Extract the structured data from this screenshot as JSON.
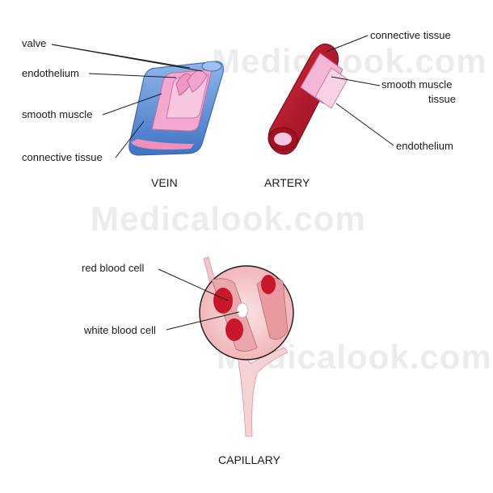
{
  "watermark": "Medicalook.com",
  "colors": {
    "vein_blue": "#5b8fd6",
    "vein_pink": "#f2a8cf",
    "artery_red": "#b3132a",
    "artery_pink": "#f4b6d6",
    "capillary_pink": "#f6c9cc",
    "red_cell": "#c8172b"
  },
  "vein": {
    "caption": "VEIN",
    "labels": {
      "valve": "valve",
      "endothelium": "endothelium",
      "smooth_muscle": "smooth muscle",
      "connective_tissue": "connective tissue"
    }
  },
  "artery": {
    "caption": "ARTERY",
    "labels": {
      "connective_tissue": "connective tissue",
      "smooth_muscle_line1": "smooth muscle",
      "smooth_muscle_line2": "tissue",
      "endothelium": "endothelium"
    }
  },
  "capillary": {
    "caption": "CAPILLARY",
    "labels": {
      "red_blood_cell": "red blood cell",
      "white_blood_cell": "white blood cell"
    }
  }
}
